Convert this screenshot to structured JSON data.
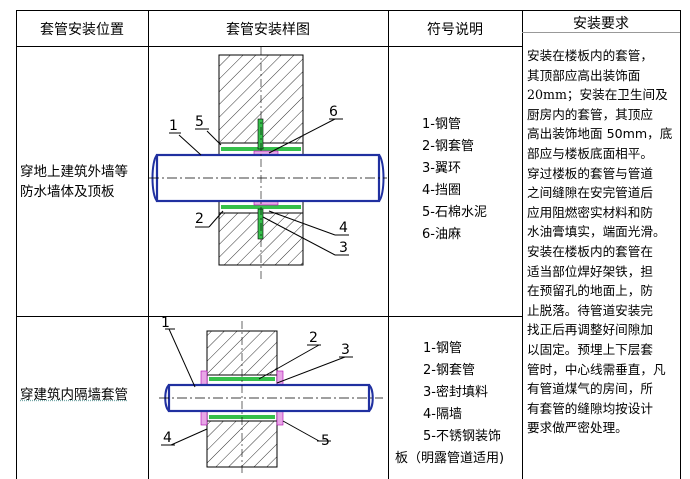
{
  "headers": {
    "position": "套管安装位置",
    "diagram": "套管安装样图",
    "legend": "符号说明",
    "requirements": "安装要求"
  },
  "rows": [
    {
      "position_lines": [
        "穿地上建筑外墙等",
        "防水墙体及顶板"
      ],
      "legend": [
        "1-钢管",
        "2-钢套管",
        "3-翼环",
        "4-挡圈",
        "5-石棉水泥",
        "6-油麻"
      ],
      "callouts": [
        "1",
        "5",
        "6",
        "2",
        "4",
        "3"
      ]
    },
    {
      "position_lines": [
        "穿建筑内隔墙套管"
      ],
      "legend": [
        "1-钢管",
        "2-钢套管",
        "3-密封填料",
        "4-隔墙",
        "5-不锈钢装饰",
        "板（明露管道适用)"
      ],
      "callouts": [
        "1",
        "2",
        "3",
        "4",
        "5"
      ]
    }
  ],
  "requirements_lines": [
    "安装在楼板内的套管，",
    "其顶部应高出装饰面",
    "20mm；安装在卫生间及",
    "厨房内的套管，其顶应",
    "高出装饰地面 50mm，底",
    "部应与楼板底面相平。",
    "穿过楼板的套管与管道",
    "之间缝隙在安完管道后",
    "应用阻燃密实材料和防",
    "水油膏填实，端面光滑。",
    "安装在楼板内的套管在",
    "适当部位焊好架铁，担",
    "在预留孔的地面上，防",
    "止脱落。待管道安装完",
    "找正后再调整好间隙加",
    "以固定。预埋上下层套",
    "管时，中心线需垂直，凡",
    "有管道煤气的房间，所",
    "有套管的缝隙均按设计",
    "要求做严密处理。"
  ]
}
